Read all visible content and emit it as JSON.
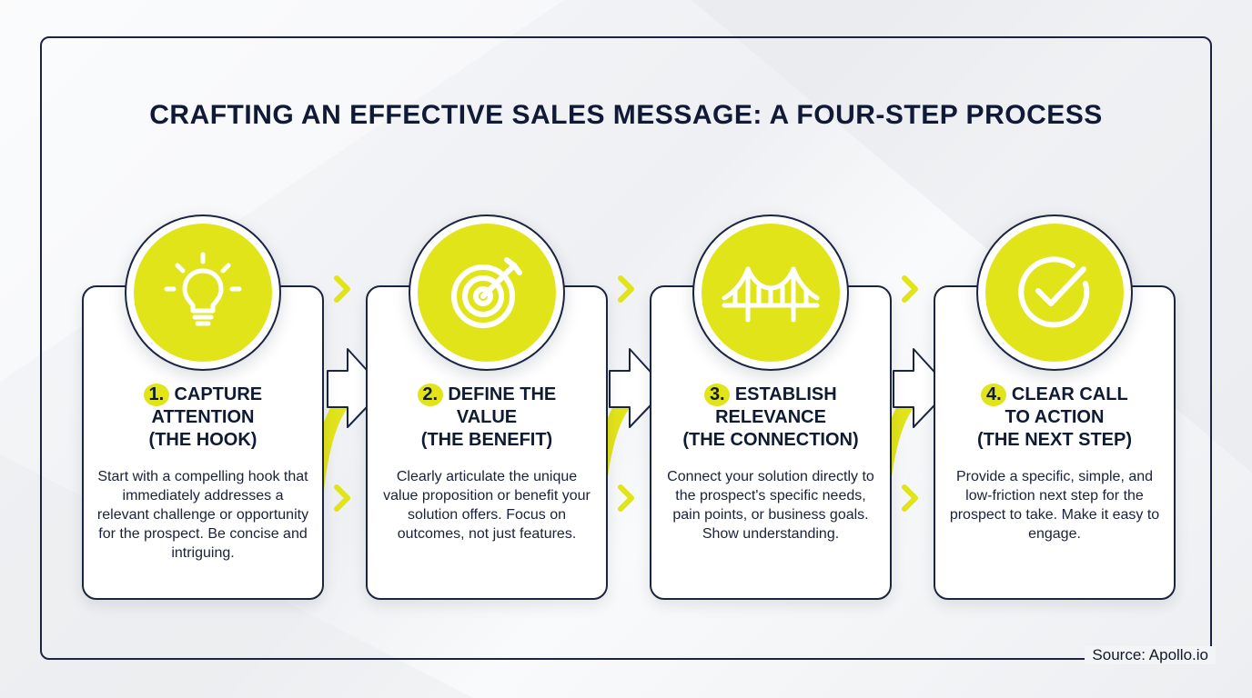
{
  "title": "CRAFTING AN EFFECTIVE SALES MESSAGE: A FOUR-STEP PROCESS",
  "source": "Source: Apollo.io",
  "colors": {
    "accent": "#e2e41a",
    "navy": "#1b2540",
    "background": "#f3f4f6"
  },
  "steps": [
    {
      "number": "1.",
      "title_line1": "CAPTURE",
      "title_line2": "ATTENTION",
      "title_line3": "(THE HOOK)",
      "description": "Start with a compelling hook that immediately addresses a relevant challenge or opportunity for the prospect. Be concise and intriguing.",
      "icon": "lightbulb-icon"
    },
    {
      "number": "2.",
      "title_line1": "DEFINE THE",
      "title_line2": "VALUE",
      "title_line3": "(THE BENEFIT)",
      "description": "Clearly articulate the unique value proposition or benefit your solution offers. Focus on outcomes, not just features.",
      "icon": "target-icon"
    },
    {
      "number": "3.",
      "title_line1": "ESTABLISH",
      "title_line2": "RELEVANCE",
      "title_line3": "(THE CONNECTION)",
      "description": "Connect your solution directly to the prospect's specific needs, pain points, or business goals. Show understanding.",
      "icon": "bridge-icon"
    },
    {
      "number": "4.",
      "title_line1": "CLEAR CALL",
      "title_line2": "TO ACTION",
      "title_line3": "(THE NEXT STEP)",
      "description": "Provide a specific, simple, and low-friction next step for the prospect to take. Make it easy to engage.",
      "icon": "checkmark-icon"
    }
  ]
}
